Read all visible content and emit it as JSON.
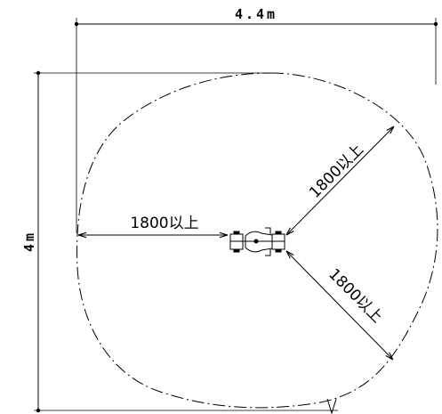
{
  "dimensions": {
    "width_label": "4.4m",
    "height_label": "4m"
  },
  "clearance_labels": {
    "left": "1800以上",
    "upper_right": "1800以上",
    "lower_right": "1800以上"
  }
}
